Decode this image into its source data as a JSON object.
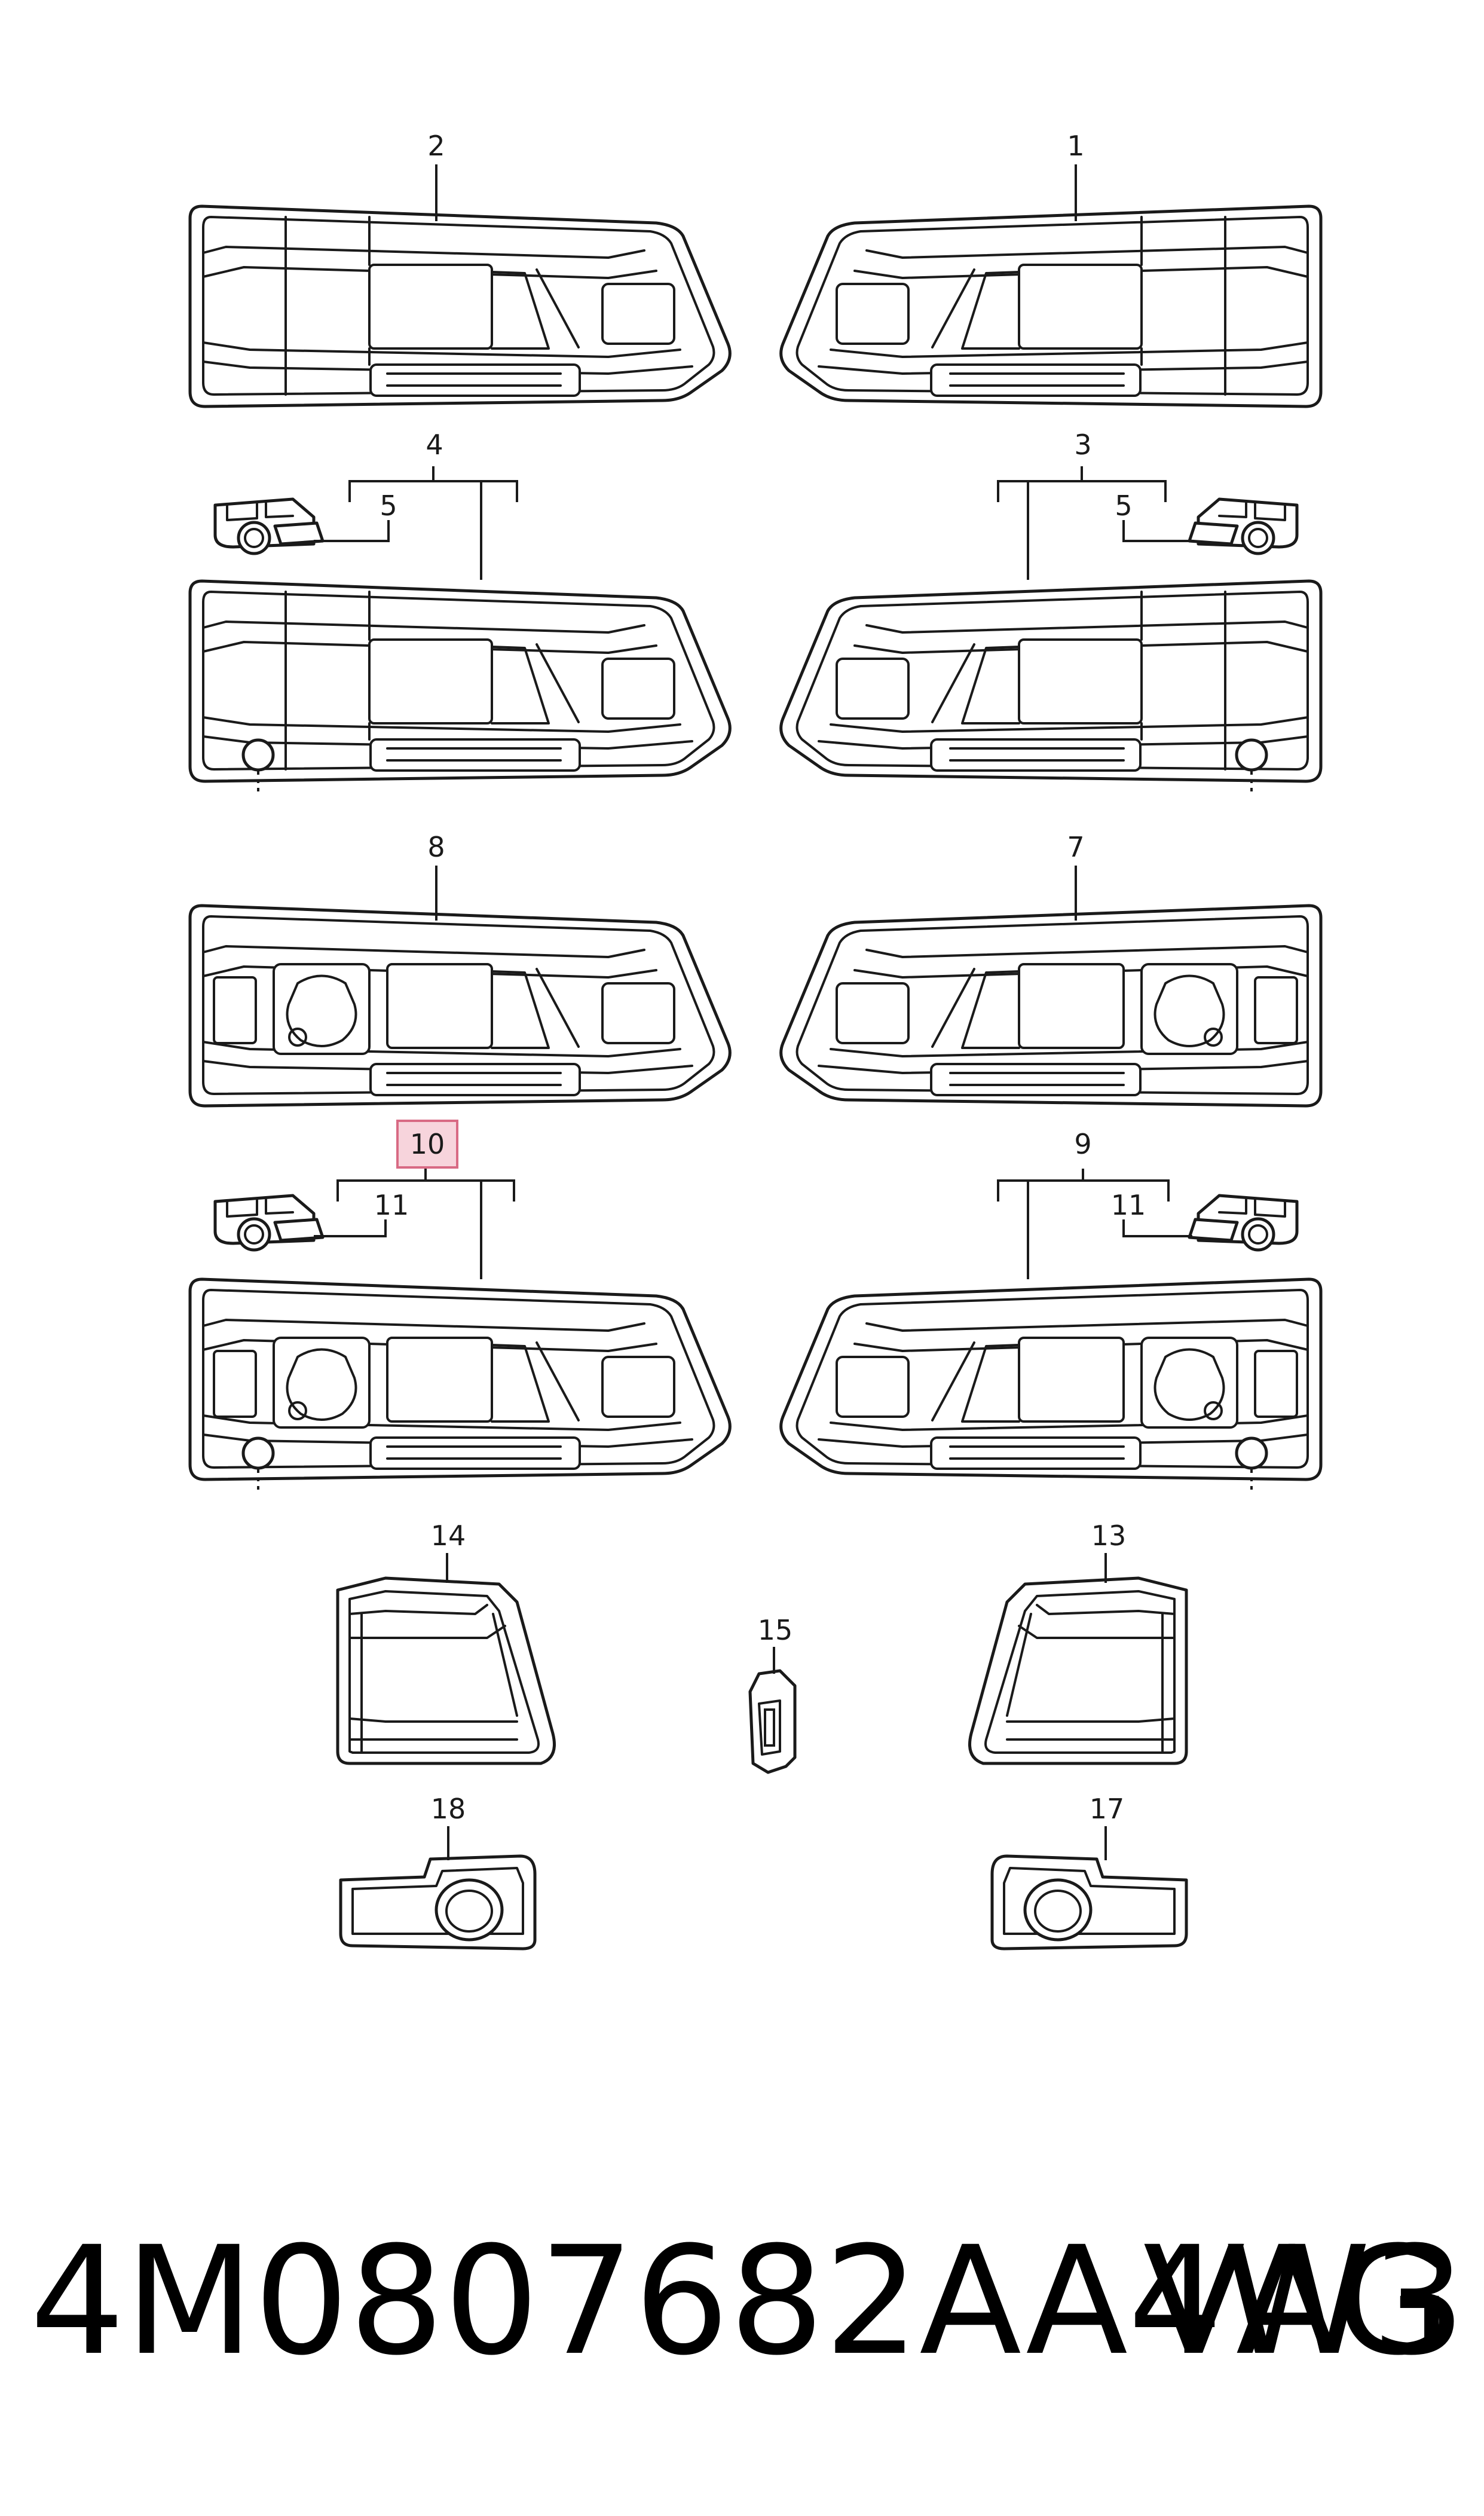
{
  "callouts": {
    "c1": "1",
    "c2": "2",
    "c3": "3",
    "c4": "4",
    "c5a": "5",
    "c5b": "5",
    "c7": "7",
    "c8": "8",
    "c9": "9",
    "c10": "10",
    "c11a": "11",
    "c11b": "11",
    "c13": "13",
    "c14": "14",
    "c15": "15",
    "c17": "17",
    "c18": "18"
  },
  "highlight_color": "#f7d4dc",
  "footer": {
    "part_number": "4M0807682AA4W3",
    "brand": "VAG"
  }
}
